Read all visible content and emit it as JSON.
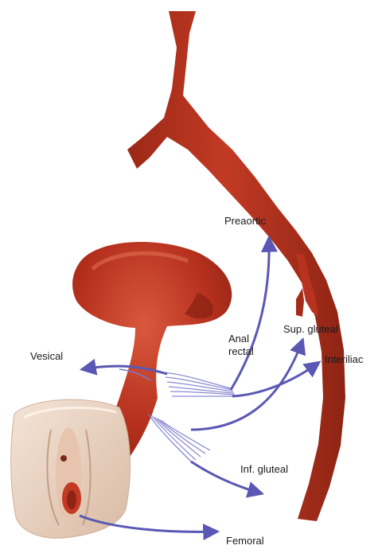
{
  "colors": {
    "vessel": "#b8321f",
    "vessel_dark": "#8e2414",
    "vessel_light": "#d4563c",
    "lymph": "#6f6cc4",
    "lymph_dark": "#4b4aa0",
    "tissue": "#ecd6c6",
    "tissue_dark": "#c9a891"
  },
  "labels": {
    "preaortic": "Preaortic",
    "anal": "Anal",
    "rectal": "rectal",
    "sup_gluteal": "Sup. gluteal",
    "interiliac": "Interiliac",
    "vesical": "Vesical",
    "inf_gluteal": "Inf. gluteal",
    "femoral": "Femoral"
  }
}
